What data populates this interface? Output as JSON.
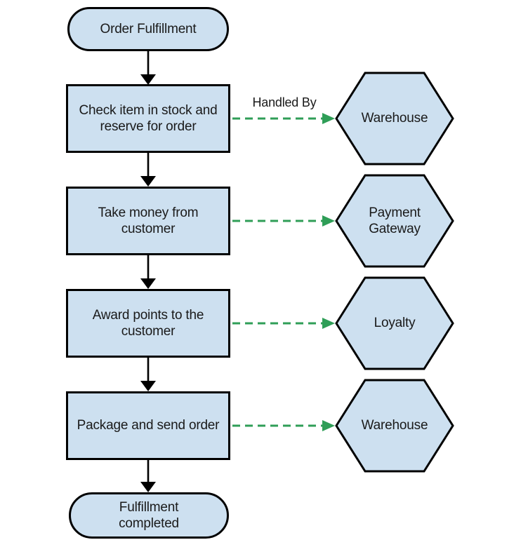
{
  "diagram": {
    "title": "Order Fulfillment",
    "start_label": "Order Fulfillment",
    "end_label": "Fulfillment completed",
    "handled_by_label": "Handled By",
    "steps": [
      {
        "label": "Check item in stock and reserve for order",
        "handler": "Warehouse"
      },
      {
        "label": "Take money from customer",
        "handler": "Payment Gateway"
      },
      {
        "label": "Award points to the customer",
        "handler": "Loyalty"
      },
      {
        "label": "Package and send order",
        "handler": "Warehouse"
      }
    ],
    "colors": {
      "node_fill": "#cde0f0",
      "node_border": "#000000",
      "flow_arrow": "#000000",
      "handler_arrow": "#2f9e57",
      "text": "#1a1a1a",
      "background": "#ffffff"
    }
  }
}
